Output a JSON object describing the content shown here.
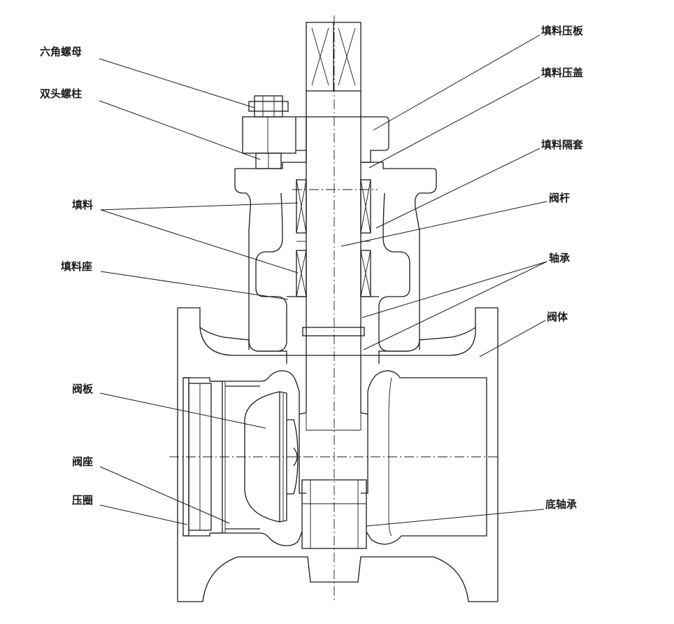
{
  "diagram": {
    "type": "valve cross-section",
    "labels": {
      "hex_nut": "六角螺母",
      "stud_bolt": "双头螺柱",
      "packing": "填料",
      "packing_seat": "填料座",
      "valve_plate": "阀板",
      "valve_seat": "阀座",
      "press_ring": "压圈",
      "packing_gland_plate": "填料压板",
      "packing_gland": "填料压盖",
      "packing_spacer": "填料隔套",
      "valve_stem": "阀杆",
      "bearing": "轴承",
      "valve_body": "阀体",
      "bottom_bearing": "底轴承"
    }
  }
}
